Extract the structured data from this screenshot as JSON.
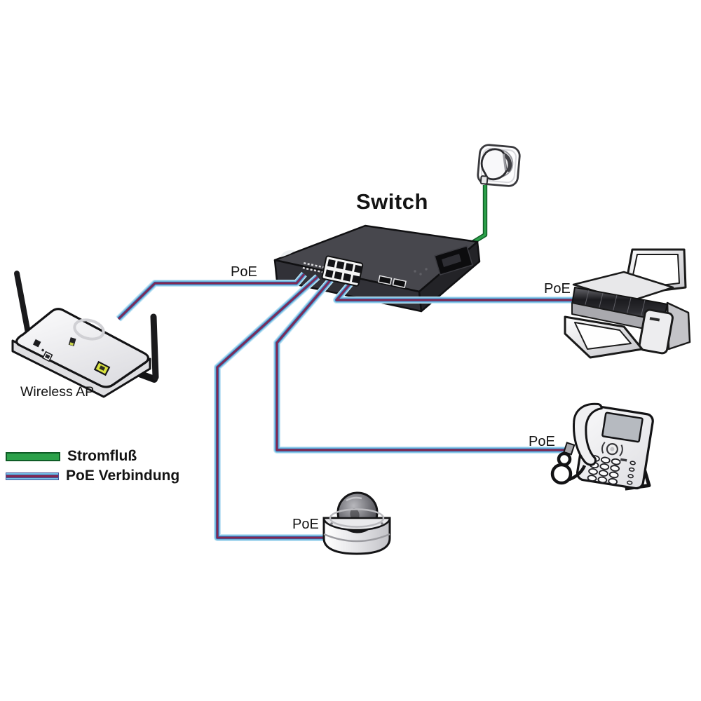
{
  "labels": {
    "switch": "Switch",
    "wireless_ap": "Wireless AP"
  },
  "poe_labels": {
    "wireless_ap": "PoE",
    "printer": "PoE",
    "phone": "PoE",
    "camera": "PoE"
  },
  "legend": {
    "power": "Stromfluß",
    "poe": "PoE Verbindung"
  },
  "connections": {
    "power": {
      "from": "wall-outlet",
      "to": "switch"
    },
    "poe": [
      {
        "from": "switch",
        "to": "wireless-ap",
        "label": "PoE"
      },
      {
        "from": "switch",
        "to": "printer",
        "label": "PoE"
      },
      {
        "from": "switch",
        "to": "ip-phone",
        "label": "PoE"
      },
      {
        "from": "switch",
        "to": "dome-camera",
        "label": "PoE"
      }
    ]
  },
  "colors": {
    "background": "#ffffff",
    "power_green": "#2ca14a",
    "power_green_dark": "#0f5c26",
    "poe_blue": "#74c0e4",
    "poe_blue_pale": "#c2e3f4",
    "poe_navy": "#46549b",
    "poe_red": "#84284e",
    "text": "#141414"
  }
}
